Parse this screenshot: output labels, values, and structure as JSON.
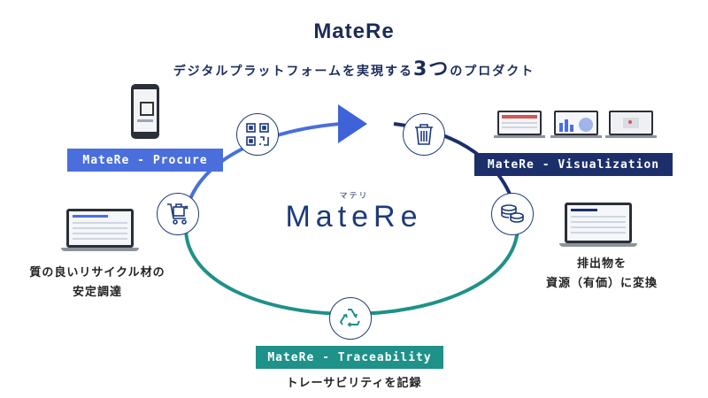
{
  "header": {
    "title": "MateRe",
    "subtitle_before": "デジタルプラットフォームを実現する",
    "subtitle_number": "3つ",
    "subtitle_after": "のプロダクト"
  },
  "center": {
    "ruby": "マテリ",
    "logo": "MateRe"
  },
  "products": {
    "procure": {
      "label": "MateRe - Procure",
      "description_line1": "質の良いリサイクル材の",
      "description_line2": "安定調達",
      "color": "#4a6fdc"
    },
    "visualization": {
      "label": "MateRe - Visualization",
      "description_line1": "排出物を",
      "description_line2": "資源（有価）に変換",
      "color": "#1c2f6b"
    },
    "traceability": {
      "label": "MateRe - Traceability",
      "description": "トレーサビリティを記録",
      "color": "#1e9189"
    }
  },
  "icons": {
    "qr": "qr-code-icon",
    "cart": "shopping-cart-icon",
    "trash": "trash-bin-icon",
    "coins": "coins-icon",
    "recycle": "recycle-icon",
    "arrow": "cycle-arrow-icon"
  }
}
